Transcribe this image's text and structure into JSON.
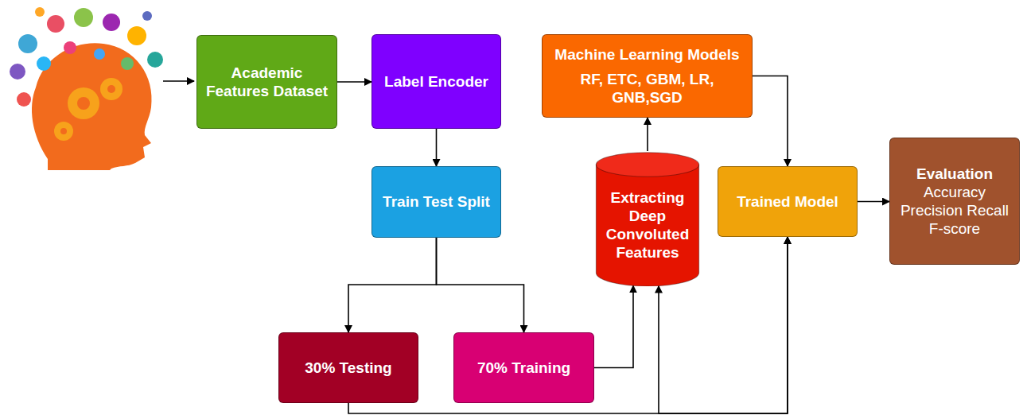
{
  "diagram": {
    "nodes": [
      {
        "text": [
          "Academic Features Dataset"
        ]
      },
      {
        "text": [
          "Label Encoder"
        ]
      },
      {
        "text": [
          "Machine Learning Models",
          "RF, ETC, GBM, LR, GNB,SGD"
        ]
      },
      {
        "text": [
          "Train Test Split"
        ]
      },
      {
        "text": [
          "Extracting Deep Convoluted Features"
        ]
      },
      {
        "text": [
          "Trained Model"
        ]
      },
      {
        "text": [
          "Evaluation",
          "Accuracy Precision Recall F-score"
        ]
      },
      {
        "text": [
          "30% Testing"
        ]
      },
      {
        "text": [
          "70% Training"
        ]
      }
    ],
    "edges": [
      {
        "from": 0,
        "to": 1,
        "arrow": "to"
      },
      {
        "from": 1,
        "to": 3,
        "arrow": "to"
      },
      {
        "from": 3,
        "to": 7,
        "arrow": "to"
      },
      {
        "from": 3,
        "to": 8,
        "arrow": "to"
      },
      {
        "from": 8,
        "to": 4,
        "arrow": "to"
      },
      {
        "from": 4,
        "to": 2,
        "arrow": "to"
      },
      {
        "from": 2,
        "to": 5,
        "arrow": "to"
      },
      {
        "from": 7,
        "to": 5,
        "arrow": "to"
      },
      {
        "from": 4,
        "to": 5,
        "arrow": "both"
      },
      {
        "from": 5,
        "to": 6,
        "arrow": "to"
      }
    ]
  }
}
